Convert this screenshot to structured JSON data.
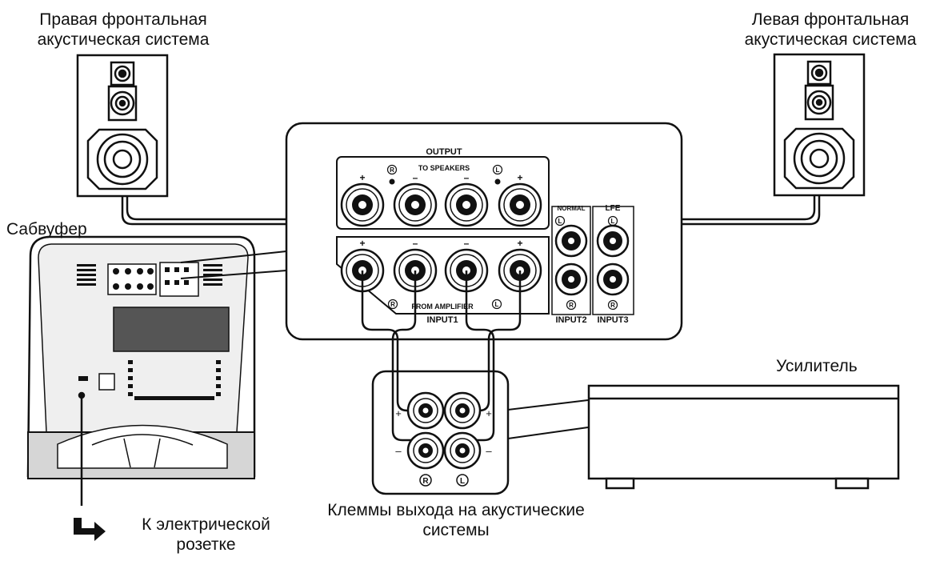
{
  "labels": {
    "right_speaker_line1": "Правая фронтальная",
    "right_speaker_line2": "акустическая система",
    "left_speaker_line1": "Левая фронтальная",
    "left_speaker_line2": "акустическая система",
    "subwoofer": "Сабвуфер",
    "amplifier": "Усилитель",
    "terminals_line1": "Клеммы выхода на акустические",
    "terminals_line2": "системы",
    "outlet_line1": "К электрической",
    "outlet_line2": "розетке"
  },
  "panel": {
    "output": "OUTPUT",
    "to_speakers": "TO SPEAKERS",
    "from_amplifier": "FROM AMPLIFIER",
    "input1": "INPUT1",
    "input2": "INPUT2",
    "input3": "INPUT3",
    "normal": "NORMAL",
    "lfe": "LFE",
    "plus": "+",
    "minus": "–",
    "r_mark": "R",
    "l_mark": "L"
  },
  "colors": {
    "ink": "#111111",
    "panel_fill": "#ffffff",
    "grille": "#555555"
  }
}
